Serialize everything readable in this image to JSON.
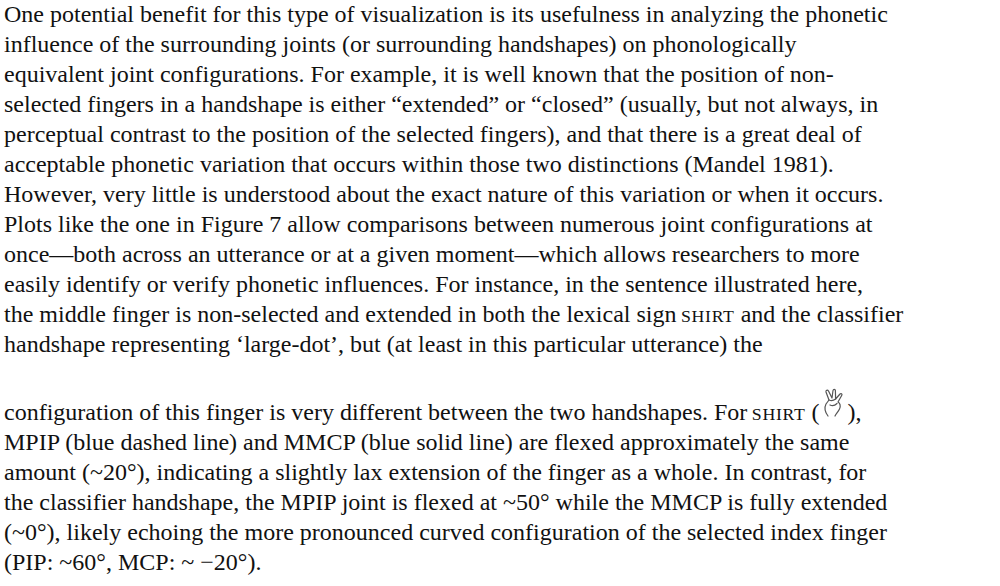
{
  "diagram": {
    "labels": [
      "One potential benefit for this type of visualization is its usefulness in analyzing the phonetic",
      "influence of the surrounding joints (or surrounding handshapes) on phonologically",
      "equivalent joint configurations. For example, it is well known that the position of non-",
      "selected fingers in a handshape is either “extended” or “closed” (usually, but not always, in",
      "perceptual contrast to the position of the selected fingers), and that there is a great deal of",
      "acceptable phonetic variation that occurs within those two distinctions (Mandel 1981).",
      "However, very little is understood about the exact nature of this variation or when it occurs.",
      "Plots like the one in Figure 7 allow comparisons between numerous joint configurations at",
      "once—both across an utterance or at a given moment—which allows researchers to more",
      "easily identify or verify phonetic influences. For instance, in the sentence illustrated here,",
      "the middle finger is non-selected and extended in both the lexical sign",
      "SHIRT",
      "and the classifier",
      "handshape representing ‘large-dot’, but (at least in this particular utterance) the",
      "configuration of this finger is very different between the two handshapes. For",
      "SHIRT",
      "(",
      "),",
      "MPIP (blue dashed line) and MMCP (blue solid line) are flexed approximately the same",
      "amount (~20°), indicating a slightly lax extension of the finger as a whole. In contrast, for",
      "the classifier handshape, the MPIP joint is flexed at ~50° while the MMCP is fully extended",
      "(~0°), likely echoing the more pronounced curved configuration of the selected index finger",
      "(PIP: ~60°, MCP: ~ −20°)."
    ]
  }
}
